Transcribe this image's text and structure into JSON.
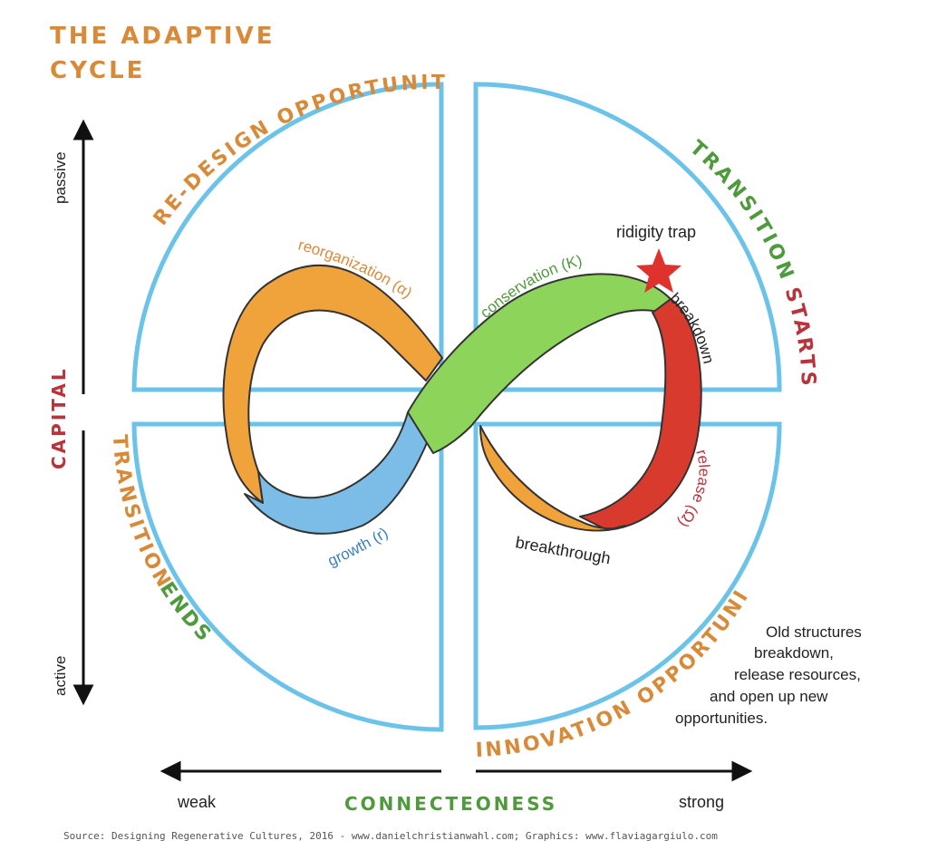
{
  "title": [
    "THE ADAPTIVE",
    "CYCLE"
  ],
  "quadrant_labels": {
    "top_left": "RE-DESIGN OPPORTUNITY",
    "top_right_a": "TRANSITION",
    "top_right_b": "STARTS",
    "bottom_left_a": "TRANSITION",
    "bottom_left_b": "ENDS",
    "bottom_right": "INNOVATION OPPORTUNITY"
  },
  "y_axis": {
    "label": "CAPITAL",
    "top": "passive",
    "bottom": "active"
  },
  "x_axis": {
    "label": "CONNECTEONESS",
    "left": "weak",
    "right": "strong"
  },
  "phases": {
    "reorganization": "reorganization (α)",
    "conservation": "conservation (K)",
    "growth": "growth (r)",
    "release": "release (Ω)"
  },
  "annotations": {
    "ridigity_trap": "ridigity trap",
    "breakdown": "breakdown",
    "breakthrough": "breakthrough"
  },
  "note": [
    "Old structures",
    "breakdown,",
    "release resources,",
    "and open up new",
    "opportunities."
  ],
  "source": "Source: Designing Regenerative Cultures, 2016 - www.danielchristianwahl.com; Graphics: www.flaviagargiulo.com",
  "colors": {
    "frame": "#6cc3ea",
    "orange": "#f0a33a",
    "green": "#8dd45a",
    "blue": "#7bbde6",
    "red": "#d83a2e",
    "text_orange": "#d88a38",
    "text_green": "#4f9a3c",
    "text_red": "#b8333a",
    "text_blue": "#3a7fc0",
    "star": "#e0322c"
  }
}
